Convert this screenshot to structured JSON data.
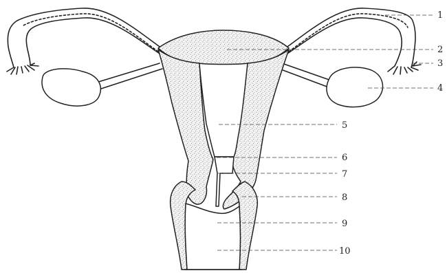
{
  "labels": [
    {
      "id": "1",
      "text": "1"
    },
    {
      "id": "2",
      "text": "2"
    },
    {
      "id": "3",
      "text": "3"
    },
    {
      "id": "4",
      "text": "4"
    },
    {
      "id": "5",
      "text": "5"
    },
    {
      "id": "6",
      "text": "6"
    },
    {
      "id": "7",
      "text": "7"
    },
    {
      "id": "8",
      "text": "8"
    },
    {
      "id": "9",
      "text": "9"
    },
    {
      "id": "10",
      "text": "10"
    }
  ]
}
